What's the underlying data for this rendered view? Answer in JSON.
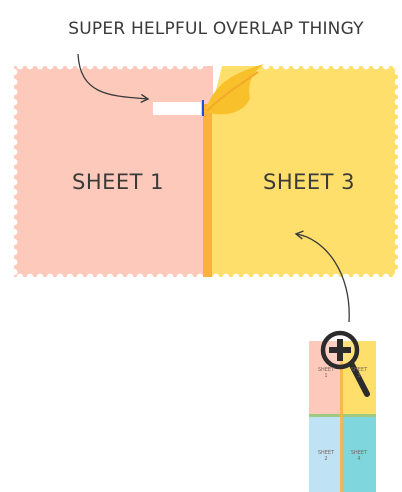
{
  "caption": "SUPER HELPFUL OVERLAP THINGY",
  "sheets": {
    "sheet1": {
      "label": "SHEET 1",
      "color": "#fdc9bb"
    },
    "sheet3": {
      "label": "SHEET 3",
      "color": "#fedf6c"
    },
    "overlap_strip_color": "#fbb23d",
    "curl_color": "#f8c02b"
  },
  "mini_preview": {
    "tiles": [
      {
        "line1": "SHEET",
        "line2": "1",
        "color": "#fdc9bb"
      },
      {
        "line1": "SHEET",
        "line2": "3",
        "color": "#fedf6c"
      },
      {
        "line1": "SHEET",
        "line2": "2",
        "color": "#bfe2f4"
      },
      {
        "line1": "SHEET",
        "line2": "4",
        "color": "#7fd6dc"
      }
    ],
    "overlap_tint": "#9ecb80"
  },
  "icons": {
    "magnifier": "zoom-in-magnifier-icon",
    "arrow_top": "curved-arrow-icon",
    "arrow_bottom": "curved-arrow-icon"
  },
  "colors": {
    "text": "#3a3a3a",
    "marker": "#1f4fd6"
  }
}
